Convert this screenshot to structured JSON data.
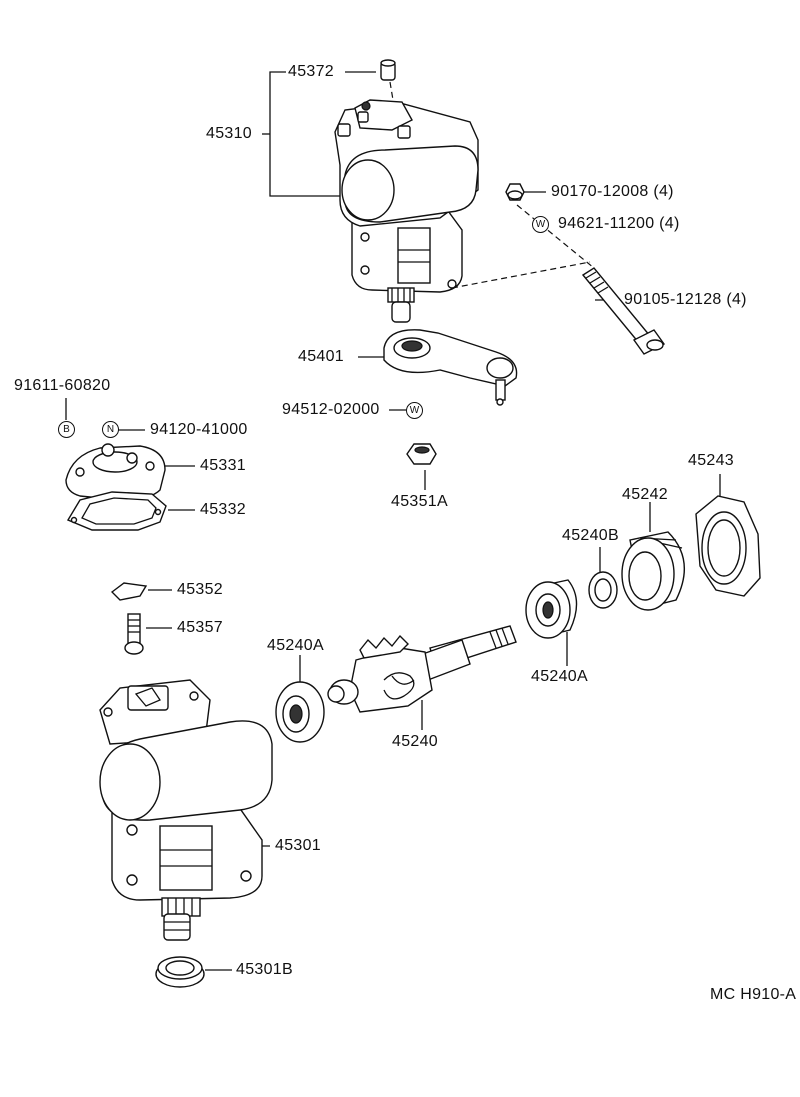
{
  "diagram": {
    "code": "MC H910-A",
    "badges": {
      "b": "B",
      "n": "N",
      "w": "W"
    },
    "parts": {
      "p45372": "45372",
      "p45310": "45310",
      "p90170": "90170-12008 (4)",
      "p94621": "94621-11200 (4)",
      "p90105": "90105-12128 (4)",
      "p45401": "45401",
      "p94512": "94512-02000",
      "p91611": "91611-60820",
      "p94120": "94120-41000",
      "p45331": "45331",
      "p45332": "45332",
      "p45351A": "45351A",
      "p45243": "45243",
      "p45242": "45242",
      "p45240B": "45240B",
      "p45352": "45352",
      "p45357": "45357",
      "p45240A_left": "45240A",
      "p45240A_right": "45240A",
      "p45240": "45240",
      "p45301": "45301",
      "p45301B": "45301B"
    }
  }
}
